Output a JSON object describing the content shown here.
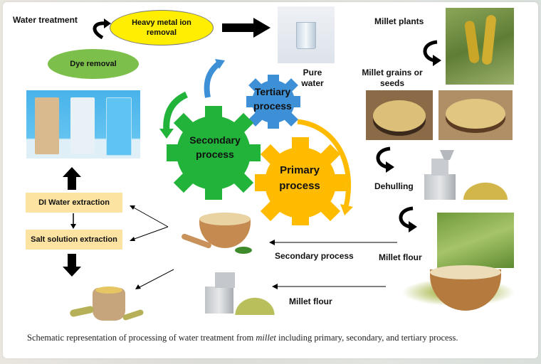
{
  "top": {
    "water_treatment": "Water treatment",
    "heavy_metal": "Heavy metal ion removal",
    "dye_removal": "Dye removal",
    "pure_water": "Pure water"
  },
  "gears": {
    "tertiary": "Tertiary process",
    "secondary": "Secondary process",
    "primary": "Primary process"
  },
  "right": {
    "millet_plants": "Millet plants",
    "millet_grains": "Millet grains or seeds",
    "dehulling": "Dehulling",
    "millet_flour": "Millet flour"
  },
  "left": {
    "di_water": "DI Water extraction",
    "salt_solution": "Salt solution extraction"
  },
  "bottom": {
    "secondary_process": "Secondary process",
    "millet_flour": "Millet flour"
  },
  "caption": {
    "before": "Schematic representation of processing of water treatment from ",
    "italic": "millet",
    "after": " including primary, secondary, and tertiary process."
  },
  "colors": {
    "heavy_metal_fill": "#ffee00",
    "dye_fill": "#7cc04b",
    "tertiary_gear": "#3d8fd6",
    "secondary_gear": "#22b33a",
    "primary_gear": "#ffbb00",
    "box_fill": "#fde3a2"
  }
}
